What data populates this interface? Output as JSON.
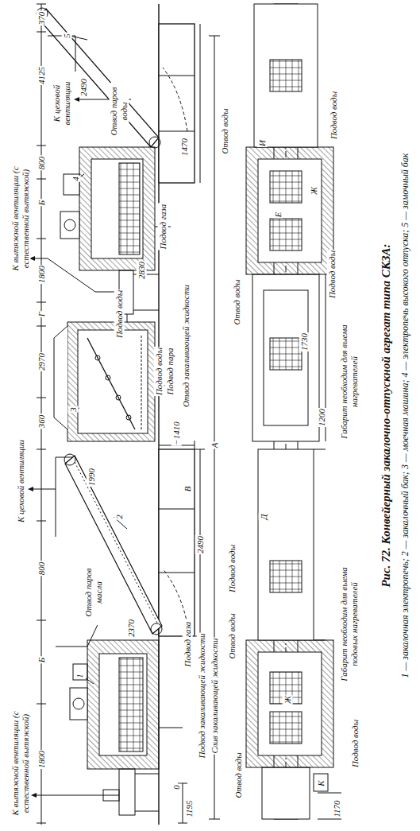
{
  "diagram": {
    "title": "Рис. 72. Конвейерный закалочно-отпускной агрегат типа СКЗА:",
    "caption": "1 — закалочная электропечь; 2 — закалочный бак; 3 — моечная машина; 4 — электропечь высокого отпуска; 5 — замочный бак",
    "labels": [
      "К вытяжной вентиляции (с естественной вытяжкой)",
      "1800",
      "Б",
      "800",
      "К цеховой вентиляции",
      "В",
      "360",
      "2970",
      "Г",
      "К вытяжной вентиляции (с естественной вытяжкой)",
      "1800",
      "Б",
      "800",
      "К цеховой вентиляции",
      "4125",
      "370",
      "1",
      "2370",
      "Отвод паров масла",
      "Подвод газа",
      "Подвод закаливающей жидкости",
      "Слив закаливающей жидкости",
      "1195",
      "0",
      "2",
      "1990",
      "2490",
      "−1410",
      "3",
      "Подвод воды",
      "Подвод воды",
      "Подвод пара",
      "Отвод закаливающей жидкости",
      "2830",
      "4",
      "Подвод газа",
      "1470",
      "2490",
      "Отвод паров воды",
      "5",
      "1170",
      "К",
      "Ж",
      "Отвод воды",
      "Подвод воды",
      "Габарит необходим для выема подовых нагревателей",
      "Отвод воды",
      "Подвод воды",
      "Д",
      "А",
      "1200",
      "1730",
      "Габарит необходим для выема нагревателей",
      "Отвод воды",
      "Е",
      "Ж",
      "Подвод воды",
      "Отвод воды",
      "И",
      "Подвод воды"
    ]
  }
}
